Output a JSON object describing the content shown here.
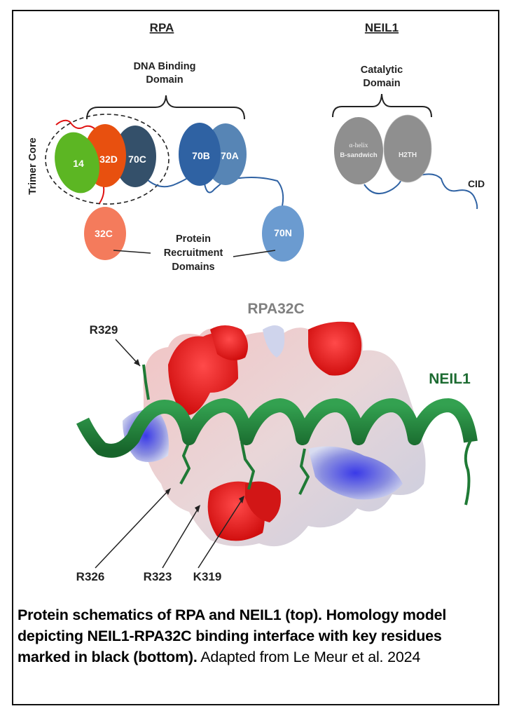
{
  "figure": {
    "rpa_schematic": {
      "title": "RPA",
      "bracket_label_line1": "DNA Binding",
      "bracket_label_line2": "Domain",
      "side_label": "Trimer Core",
      "domains": [
        {
          "label": "14",
          "color": "#5cb623"
        },
        {
          "label": "32D",
          "color": "#e8500f"
        },
        {
          "label": "70C",
          "color": "#34506a"
        },
        {
          "label": "70B",
          "color": "#2f62a3"
        },
        {
          "label": "70A",
          "color": "#5785b5"
        },
        {
          "label": "32C",
          "color": "#f47b5c"
        },
        {
          "label": "70N",
          "color": "#6b9bd0"
        }
      ],
      "recruitment_label_line1": "Protein",
      "recruitment_label_line2": "Recruitment",
      "recruitment_label_line3": "Domains"
    },
    "neil1_schematic": {
      "title": "NEIL1",
      "bracket_label_line1": "Catalytic",
      "bracket_label_line2": "Domain",
      "domains": [
        {
          "label_line1": "α-helix",
          "label_line2": "B-sandwich",
          "color": "#8f8f8f"
        },
        {
          "label": "H2TH",
          "color": "#8f8f8f"
        }
      ],
      "tail_label": "CID"
    },
    "structure_model": {
      "surface_label": "RPA32C",
      "helix_label": "NEIL1",
      "residues": [
        "R329",
        "R326",
        "R323",
        "K319"
      ],
      "colors": {
        "acidic": "#e01818",
        "basic": "#2a2ad8",
        "helix": "#1f7a35",
        "surface_label": "#808080",
        "helix_label": "#1c6b31"
      }
    },
    "caption": {
      "bold_text": "Protein schematics of RPA and NEIL1 (top). Homology model depicting NEIL1-RPA32C binding interface with key residues marked in black (bottom).",
      "normal_text": " Adapted from Le Meur et al. 2024"
    }
  }
}
